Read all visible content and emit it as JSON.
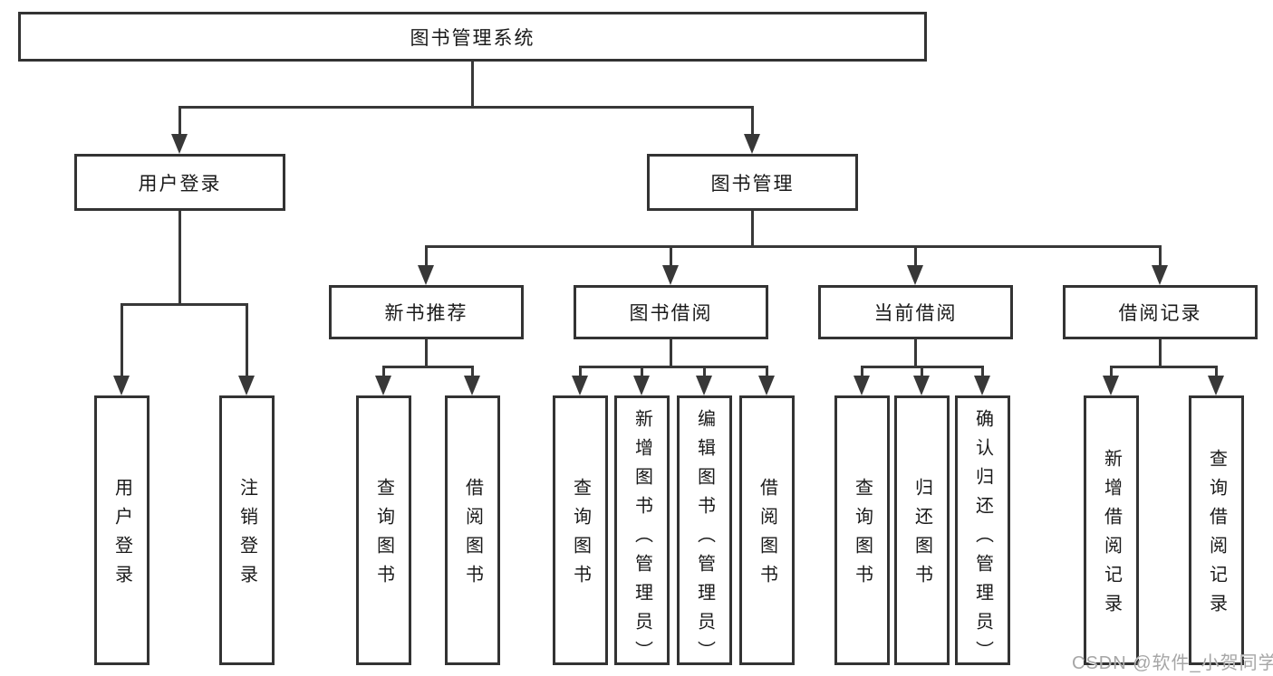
{
  "diagram": {
    "type": "hierarchy-chart",
    "tree": {
      "root_label": "图书管理系统",
      "children": [
        {
          "label": "用户登录",
          "children": [
            "用户登录",
            "注销登录"
          ]
        },
        {
          "label": "图书管理",
          "children": [
            {
              "label": "新书推荐",
              "children": [
                "查询图书",
                "借阅图书"
              ]
            },
            {
              "label": "图书借阅",
              "children": [
                "查询图书",
                "新增图书（管理员）",
                "编辑图书（管理员）",
                "借阅图书"
              ]
            },
            {
              "label": "当前借阅",
              "children": [
                "查询图书",
                "归还图书",
                "确认归还（管理员）"
              ]
            },
            {
              "label": "借阅记录",
              "children": [
                "新增借阅记录",
                "查询借阅记录"
              ]
            }
          ]
        }
      ]
    },
    "colors": {
      "line": "#383838",
      "box_border": "#333333",
      "text": "#1a1a1a",
      "background": "#ffffff",
      "watermark": "#a6a6a6"
    }
  },
  "watermark": {
    "text": "CSDN @软件_小贺同学"
  }
}
